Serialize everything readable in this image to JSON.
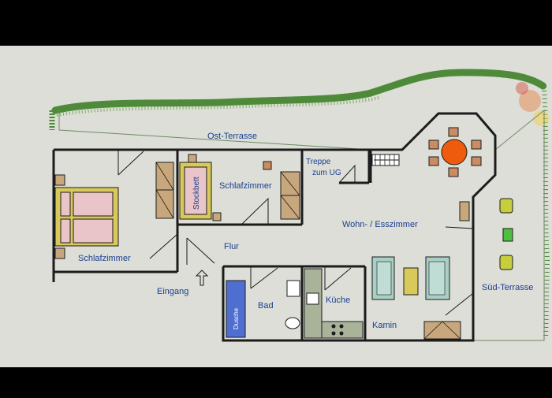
{
  "plan": {
    "labels": {
      "ost_terrasse": "Ost-Terrasse",
      "schlafzimmer_1": "Schlafzimmer",
      "schlafzimmer_2": "Schlafzimmer",
      "stockbett": "Stockbett",
      "treppe_1": "Treppe",
      "treppe_2": "zum UG",
      "wohn_esszimmer": "Wohn- / Esszimmer",
      "flur": "Flur",
      "eingang": "Eingang",
      "bad": "Bad",
      "kueche": "Küche",
      "kamin": "Kamin",
      "dusche": "Dusche",
      "sued_terrasse": "Süd-Terrasse"
    },
    "colors": {
      "screen": "#dcded7",
      "wall": "#1c1c1c",
      "label": "#1a3f8f",
      "hedge": "#4e8a3a",
      "bed_frame": "#d9c85a",
      "bed": "#e9c4c8",
      "wardrobe": "#c9a77c",
      "table": "#ee5b0c",
      "chair": "#c98c63",
      "sofa": "#a8cfc4",
      "shower": "#4f6fd0",
      "kitchen": "#a9b39a",
      "garden_chair": "#c6ce3d",
      "garden_table": "#4fbf3f"
    }
  }
}
